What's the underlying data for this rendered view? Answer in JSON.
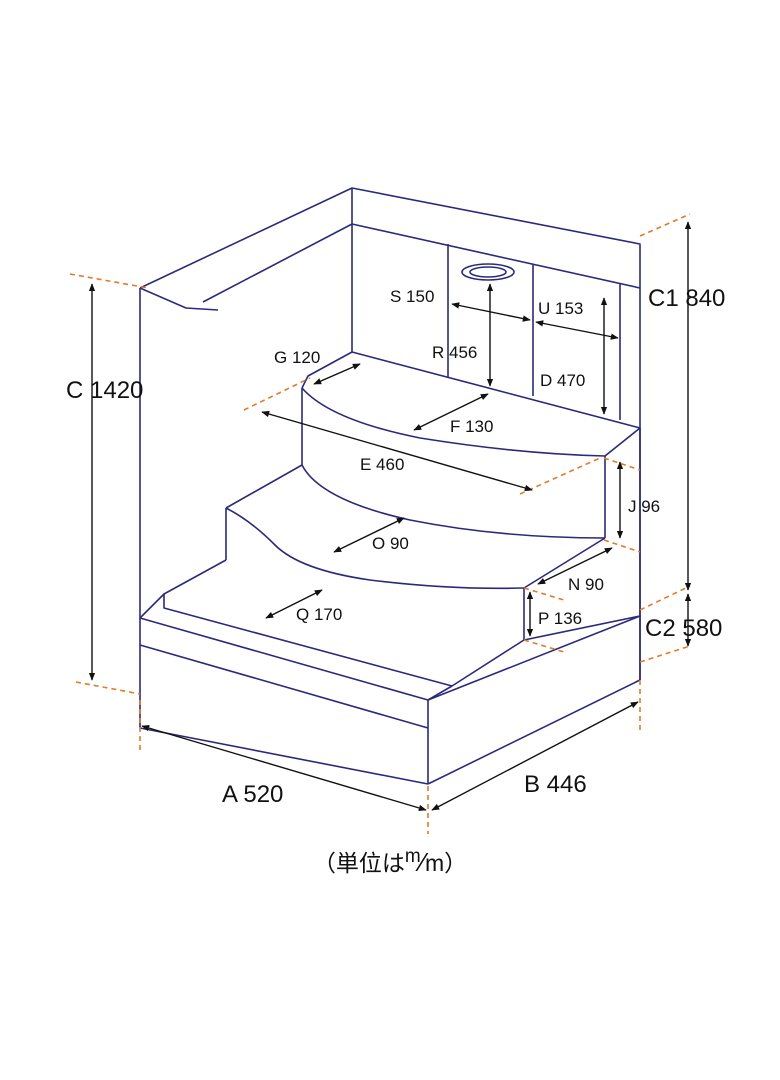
{
  "colors": {
    "outline": "#2b2a7a",
    "extension_lines": "#e07b2a",
    "dimension_lines": "#111111"
  },
  "dimensions": {
    "A": "A 520",
    "B": "B 446",
    "C": "C 1420",
    "C1": "C1 840",
    "C2": "C2 580",
    "D": "D 470",
    "E": "E 460",
    "F": "F 130",
    "G": "G 120",
    "J": "J 96",
    "N": "N 90",
    "O": "O 90",
    "P": "P 136",
    "Q": "Q 170",
    "R": "R 456",
    "S": "S 150",
    "U": "U 153"
  },
  "unit_note": {
    "prefix": "（単位は",
    "top": "m",
    "bottom": "m",
    "suffix": "）"
  }
}
